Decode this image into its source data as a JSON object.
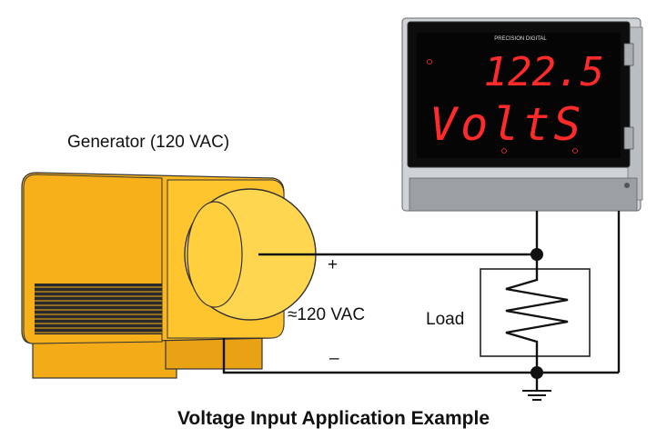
{
  "caption": "Voltage Input Application Example",
  "generator": {
    "label": "Generator (120 VAC)",
    "output_label": "≈120 VAC",
    "body_color": "#f9b51e",
    "cover_color": "#ffd64f"
  },
  "wiring": {
    "plus_sign": "+",
    "minus_sign": "–"
  },
  "load": {
    "label": "Load"
  },
  "meter": {
    "brand": "PRECISION DIGITAL",
    "top_display": "122.5",
    "bottom_display": "VoltS",
    "display_color": "#ff2a2a",
    "bezel_color": "#0d0d0d"
  }
}
